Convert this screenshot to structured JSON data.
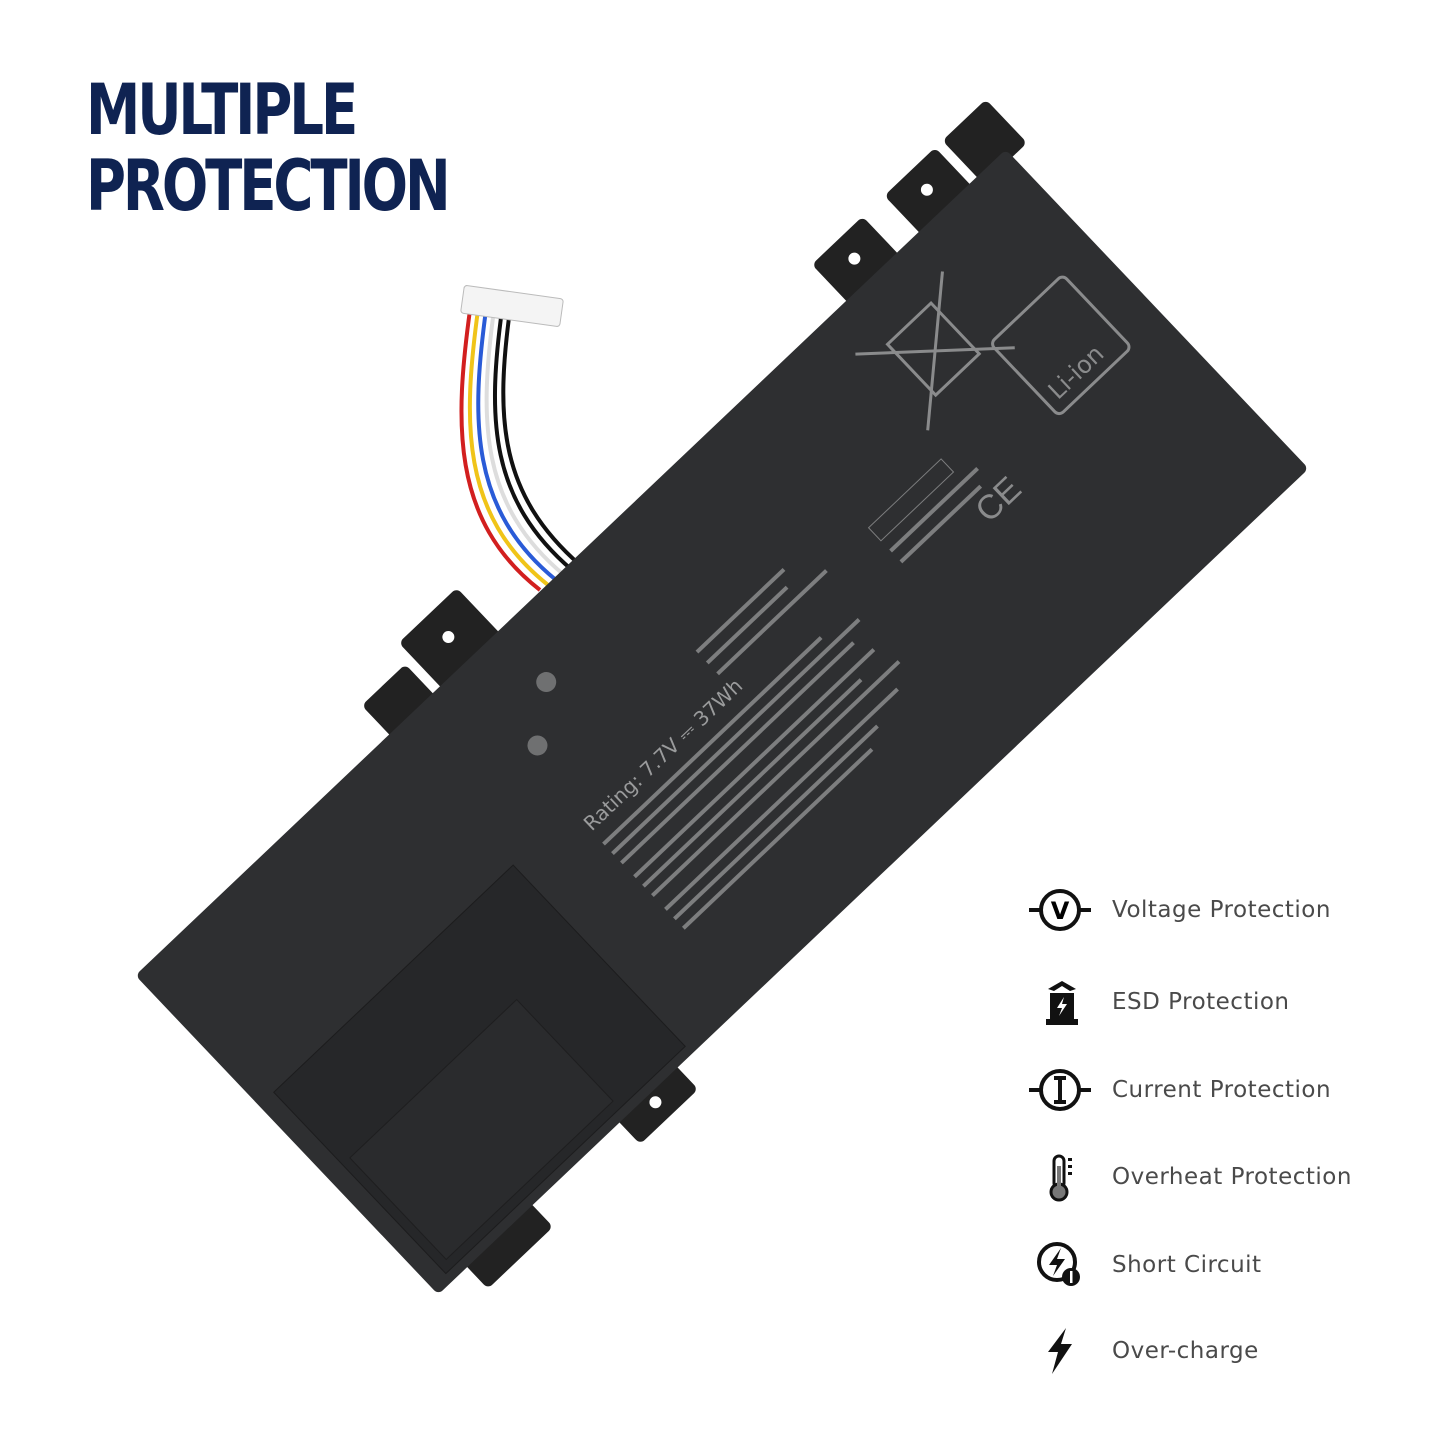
{
  "heading": {
    "line1": "MULTIPLE",
    "line2": "PROTECTION"
  },
  "battery": {
    "rating": "Rating: 7.7V ⎓ 37Wh",
    "chemistry_badge": "Li-ion",
    "body_color": "#2e2f31",
    "wire_colors": [
      "#d21f1f",
      "#f0c419",
      "#2a5bd7",
      "#ffffff",
      "#111111",
      "#111111"
    ]
  },
  "features": [
    {
      "icon": "voltage-icon",
      "label": "Voltage Protection"
    },
    {
      "icon": "esd-icon",
      "label": "ESD Protection"
    },
    {
      "icon": "current-icon",
      "label": "Current Protection"
    },
    {
      "icon": "thermometer-icon",
      "label": "Overheat Protection"
    },
    {
      "icon": "short-circuit-icon",
      "label": "Short Circuit"
    },
    {
      "icon": "lightning-icon",
      "label": "Over-charge"
    }
  ],
  "colors": {
    "heading": "#0f2352",
    "feature_text": "#4a4a4a"
  }
}
